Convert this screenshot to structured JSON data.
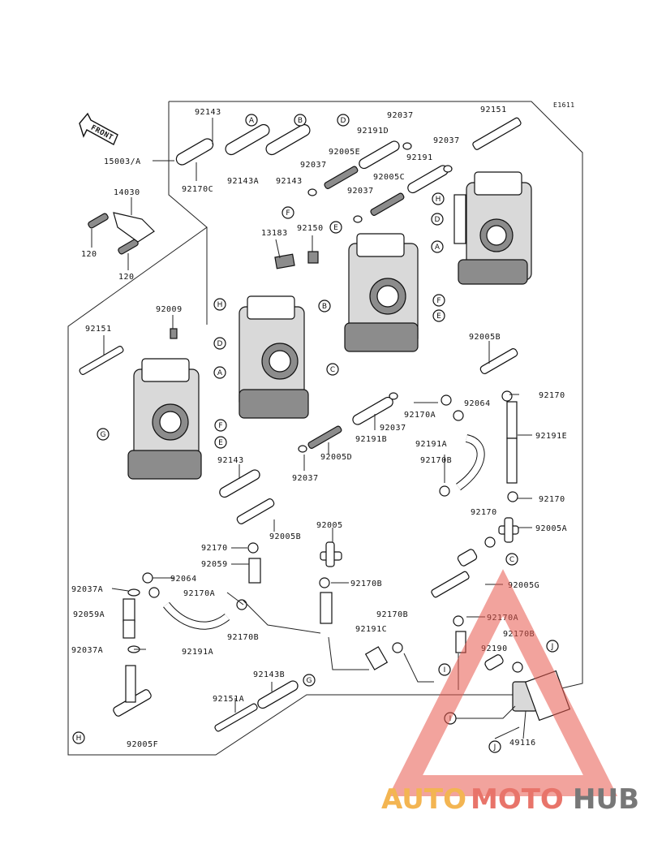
{
  "diagram": {
    "code": "E1611",
    "front_label": "FRONT",
    "part_labels": [
      {
        "id": "p1",
        "text": "92143"
      },
      {
        "id": "p2",
        "text": "15003/A"
      },
      {
        "id": "p3",
        "text": "92170C"
      },
      {
        "id": "p4",
        "text": "92143A"
      },
      {
        "id": "p5",
        "text": "92143"
      },
      {
        "id": "p6",
        "text": "92037"
      },
      {
        "id": "p7",
        "text": "92191D"
      },
      {
        "id": "p8",
        "text": "92005E"
      },
      {
        "id": "p9",
        "text": "92037"
      },
      {
        "id": "p10",
        "text": "92037"
      },
      {
        "id": "p11",
        "text": "92191"
      },
      {
        "id": "p12",
        "text": "92005C"
      },
      {
        "id": "p13",
        "text": "92037"
      },
      {
        "id": "p14",
        "text": "92151"
      },
      {
        "id": "p15",
        "text": "14030"
      },
      {
        "id": "p16",
        "text": "120"
      },
      {
        "id": "p17",
        "text": "120"
      },
      {
        "id": "p18",
        "text": "13183"
      },
      {
        "id": "p19",
        "text": "92150"
      },
      {
        "id": "p20",
        "text": "92009"
      },
      {
        "id": "p21",
        "text": "92151"
      },
      {
        "id": "p22",
        "text": "92005B"
      },
      {
        "id": "p23",
        "text": "92064"
      },
      {
        "id": "p24",
        "text": "92170A"
      },
      {
        "id": "p25",
        "text": "92037"
      },
      {
        "id": "p26",
        "text": "92191B"
      },
      {
        "id": "p27",
        "text": "92005D"
      },
      {
        "id": "p28",
        "text": "92037"
      },
      {
        "id": "p29",
        "text": "92191A"
      },
      {
        "id": "p30",
        "text": "92170"
      },
      {
        "id": "p31",
        "text": "92191E"
      },
      {
        "id": "p32",
        "text": "92170B"
      },
      {
        "id": "p33",
        "text": "92170"
      },
      {
        "id": "p34",
        "text": "92143"
      },
      {
        "id": "p35",
        "text": "92005B"
      },
      {
        "id": "p36",
        "text": "92170"
      },
      {
        "id": "p37",
        "text": "92005A"
      },
      {
        "id": "p38",
        "text": "92005"
      },
      {
        "id": "p39",
        "text": "92170"
      },
      {
        "id": "p40",
        "text": "92059"
      },
      {
        "id": "p41",
        "text": "92064"
      },
      {
        "id": "p42",
        "text": "92037A"
      },
      {
        "id": "p43",
        "text": "92170A"
      },
      {
        "id": "p44",
        "text": "92170B"
      },
      {
        "id": "p45",
        "text": "92005G"
      },
      {
        "id": "p46",
        "text": "92059A"
      },
      {
        "id": "p47",
        "text": "92170B"
      },
      {
        "id": "p48",
        "text": "92170B"
      },
      {
        "id": "p49",
        "text": "92170A"
      },
      {
        "id": "p50",
        "text": "92191A"
      },
      {
        "id": "p51",
        "text": "92191C"
      },
      {
        "id": "p52",
        "text": "92170B"
      },
      {
        "id": "p53",
        "text": "92037A"
      },
      {
        "id": "p54",
        "text": "92190"
      },
      {
        "id": "p55",
        "text": "92143B"
      },
      {
        "id": "p56",
        "text": "92151A"
      },
      {
        "id": "p57",
        "text": "92005F"
      },
      {
        "id": "p58",
        "text": "49116"
      }
    ],
    "ref_markers": [
      {
        "id": "r1",
        "text": "A"
      },
      {
        "id": "r2",
        "text": "B"
      },
      {
        "id": "r3",
        "text": "D"
      },
      {
        "id": "r4",
        "text": "F"
      },
      {
        "id": "r5",
        "text": "E"
      },
      {
        "id": "r6",
        "text": "H"
      },
      {
        "id": "r7",
        "text": "D"
      },
      {
        "id": "r8",
        "text": "A"
      },
      {
        "id": "r9",
        "text": "H"
      },
      {
        "id": "r10",
        "text": "D"
      },
      {
        "id": "r11",
        "text": "A"
      },
      {
        "id": "r12",
        "text": "G"
      },
      {
        "id": "r13",
        "text": "F"
      },
      {
        "id": "r14",
        "text": "E"
      },
      {
        "id": "r15",
        "text": "B"
      },
      {
        "id": "r16",
        "text": "F"
      },
      {
        "id": "r17",
        "text": "E"
      },
      {
        "id": "r18",
        "text": "C"
      },
      {
        "id": "r19",
        "text": "C"
      },
      {
        "id": "r20",
        "text": "J"
      },
      {
        "id": "r21",
        "text": "I"
      },
      {
        "id": "r22",
        "text": "G"
      },
      {
        "id": "r23",
        "text": "H"
      },
      {
        "id": "r24",
        "text": "I"
      },
      {
        "id": "r25",
        "text": "J"
      }
    ]
  },
  "watermark": {
    "part1": "AUTO",
    "part2": "MOTO",
    "part3": "HUB",
    "colors": {
      "auto": "#f3b552",
      "moto": "#e8746a",
      "hub": "#777777",
      "triangle": "#e8584d"
    }
  }
}
